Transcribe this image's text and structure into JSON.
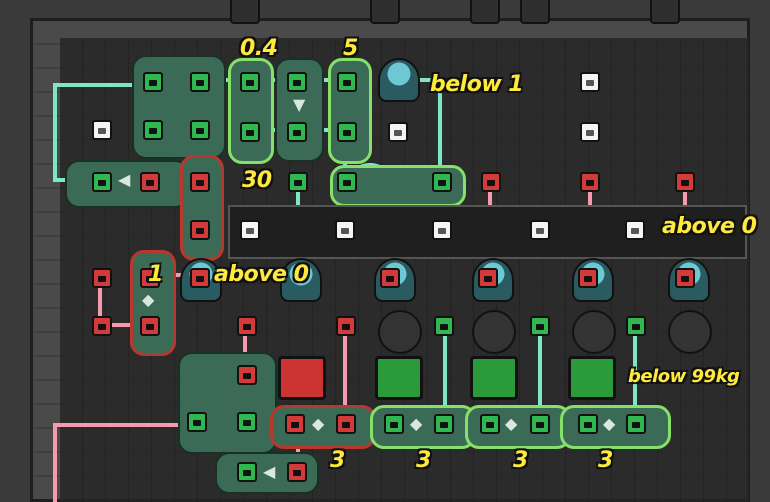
{
  "labels": {
    "l04": "0.4",
    "l5": "5",
    "below1": "below 1",
    "l30": "30",
    "above0_right": "above 0",
    "l1": "1",
    "above0_left": "above 0",
    "below99": "below 99kg",
    "l3a": "3",
    "l3b": "3",
    "l3c": "3",
    "l3d": "3"
  },
  "colors": {
    "wire_green": "#7fe6c8",
    "wire_red": "#f59bb0",
    "gate_panel": "#3b6b57",
    "active_port": "#2fb84f",
    "inactive_port": "#d33a3a",
    "label_text": "#ffea3c"
  }
}
